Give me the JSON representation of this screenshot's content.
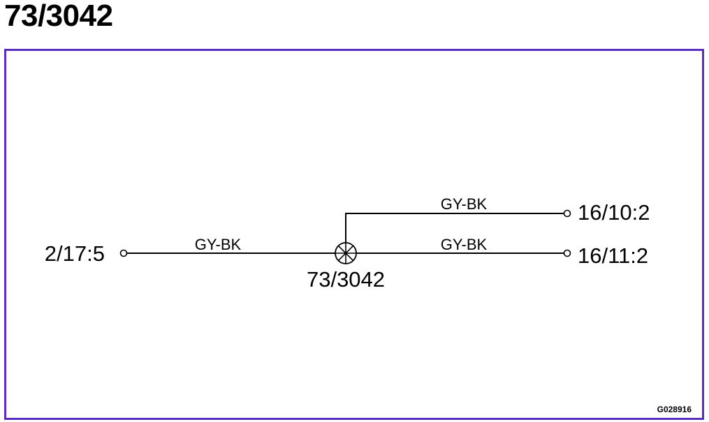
{
  "page": {
    "title": "73/3042"
  },
  "colors": {
    "frame_border": "#5a2fc0",
    "line": "#000000"
  },
  "diagram": {
    "left_connector": "2/17:5",
    "splice_label": "73/3042",
    "splice_icon": "splice-crossed-circle",
    "upper_connector": "16/10:2",
    "lower_connector": "16/11:2",
    "wires": {
      "left": "GY-BK",
      "upper_branch": "GY-BK",
      "lower_branch": "GY-BK"
    },
    "figure_code": "G028916"
  }
}
